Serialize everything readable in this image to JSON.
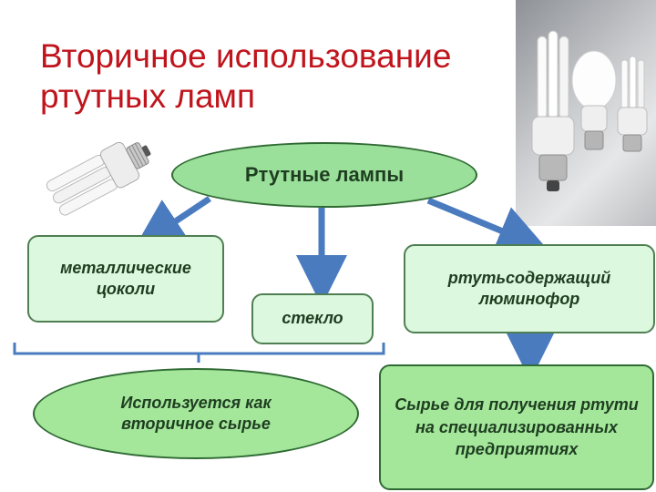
{
  "title": "Вторичное использование ртутных ламп",
  "nodes": {
    "root": "Ртутные лампы",
    "metal": "металлические цоколи",
    "glass": "стекло",
    "phosphor": "ртутьсодержащий люминофор",
    "secondary": "Используется как вторичное сырье",
    "raw": "Сырье для получения ртути на специализированных предприятиях"
  },
  "colors": {
    "title": "#c0141c",
    "arrow": "#4a7bbf",
    "node_fill": "#dcf9df",
    "root_fill": "#9be09a"
  },
  "icons": [
    "cfl-lamp-icon",
    "lamps-photo"
  ]
}
